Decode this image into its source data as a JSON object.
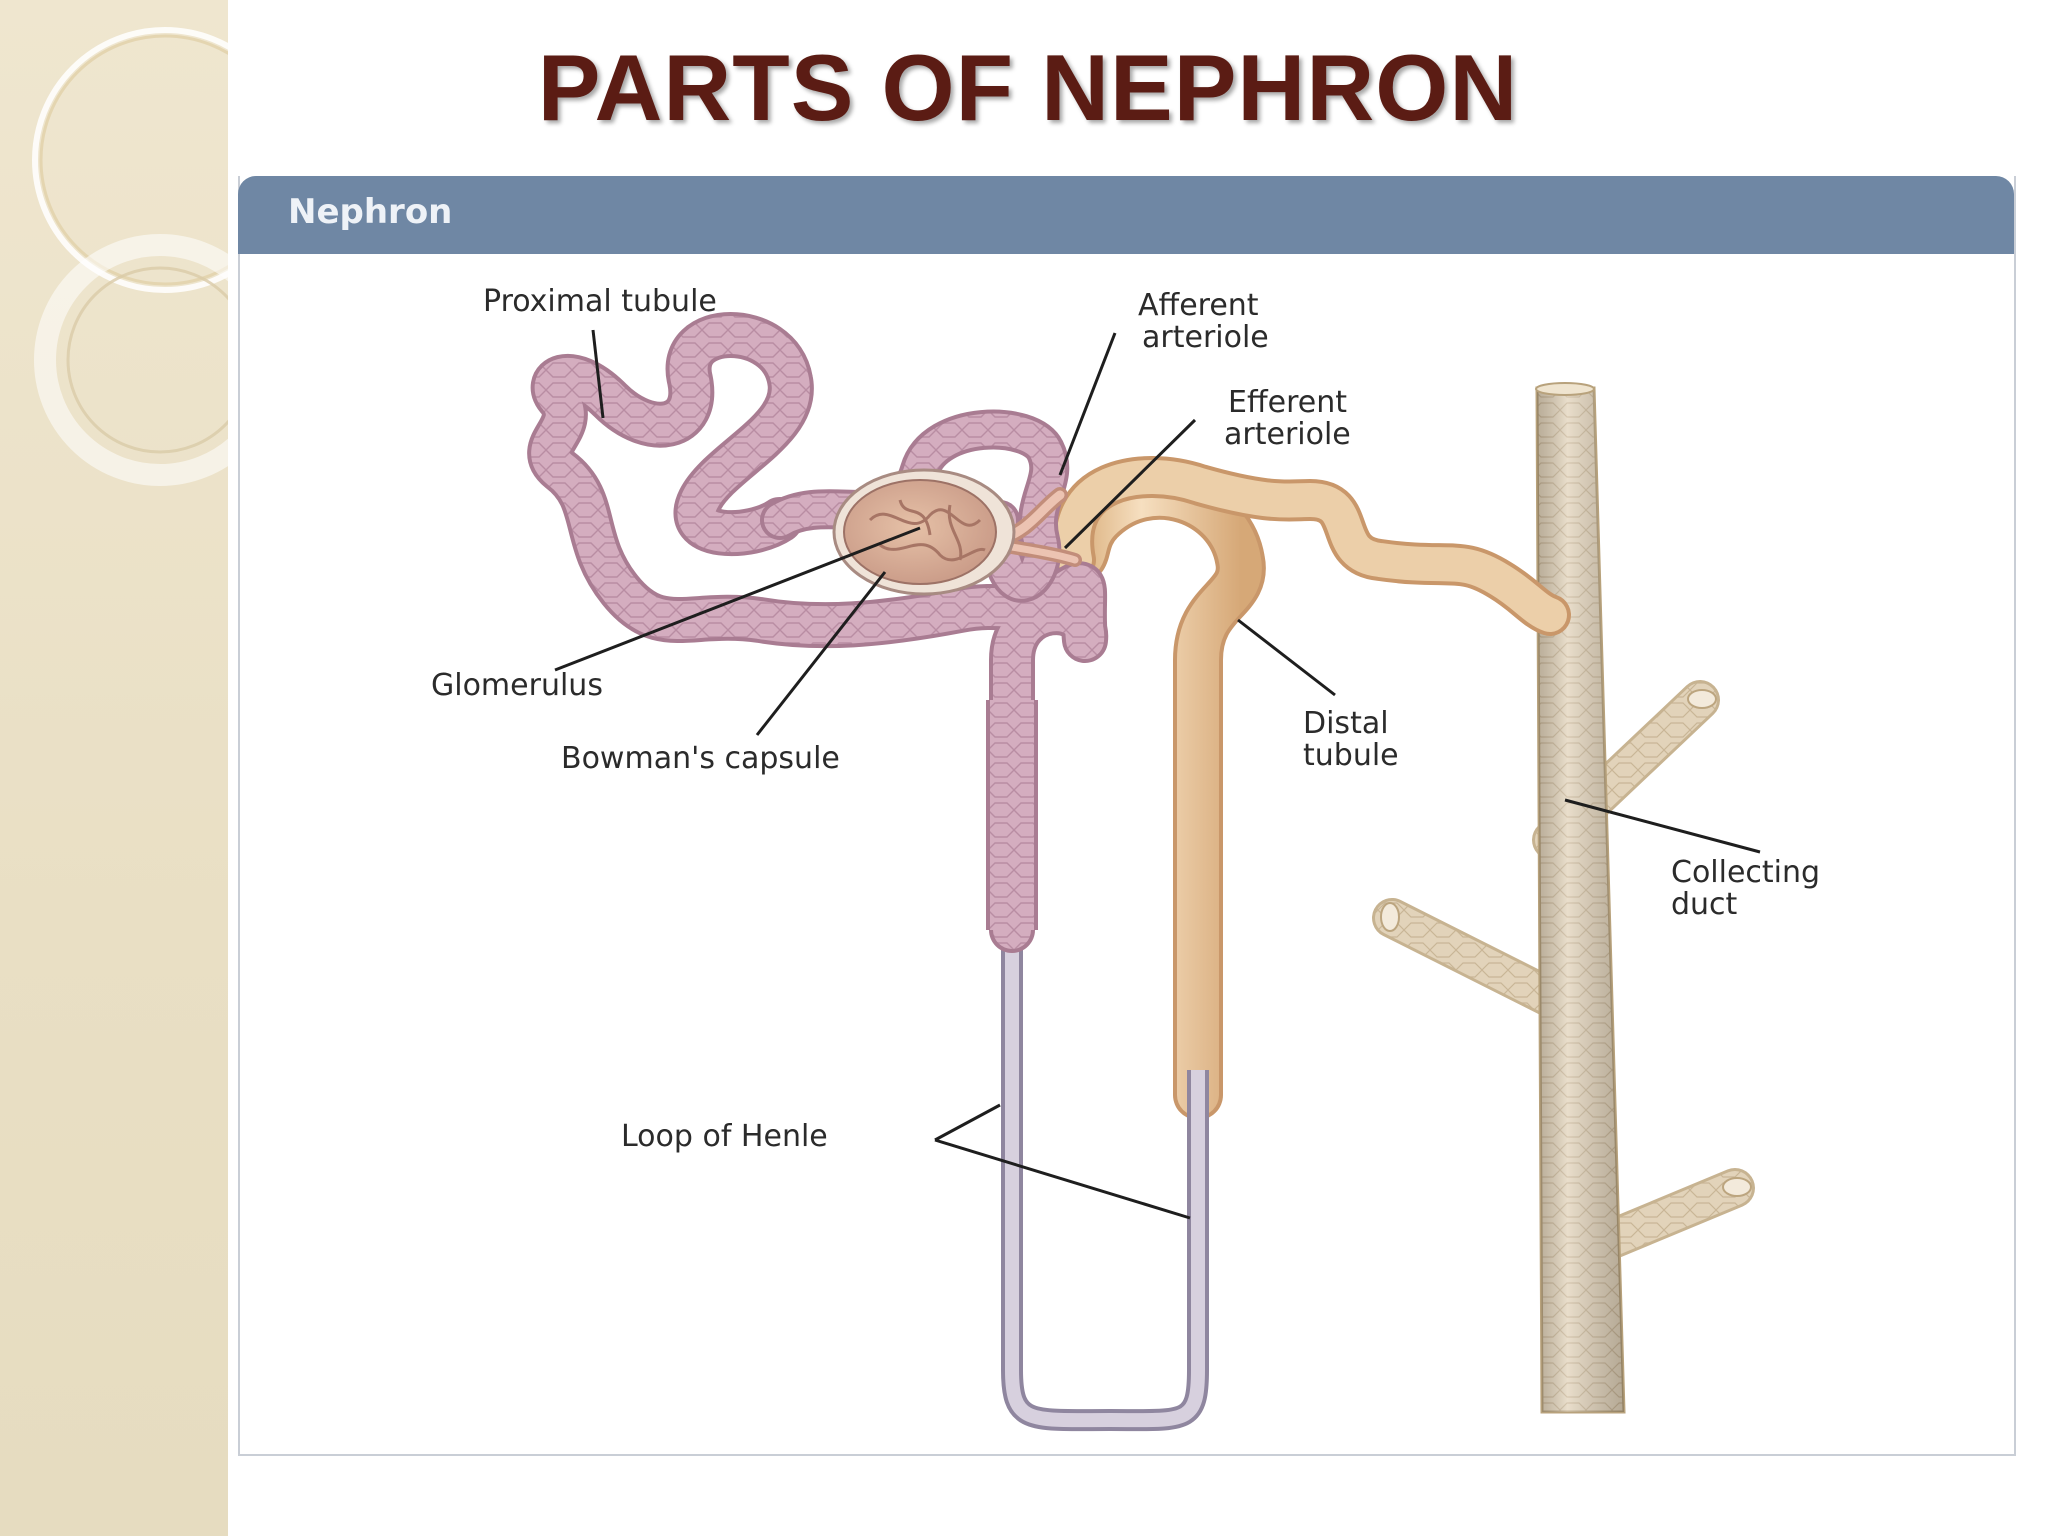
{
  "slide": {
    "title": "PARTS OF NEPHRON"
  },
  "figure": {
    "header": "Nephron",
    "labels": {
      "proximal_tubule": "Proximal tubule",
      "afferent_line1": "Afferent",
      "afferent_line2": "arteriole",
      "efferent_line1": "Efferent",
      "efferent_line2": "arteriole",
      "glomerulus": "Glomerulus",
      "bowmans_capsule": "Bowman's capsule",
      "distal_line1": "Distal",
      "distal_line2": "tubule",
      "collecting_line1": "Collecting",
      "collecting_line2": "duct",
      "loop_of_henle": "Loop of Henle"
    }
  },
  "colors": {
    "title": "#5b1c14",
    "header_bar": "#6f87a4",
    "proximal": "#cfa7b8",
    "distal": "#e9c79f",
    "loop": "#b7aec3",
    "collecting_duct": "#e0d1b8",
    "sidebar": "#ece3cb"
  }
}
